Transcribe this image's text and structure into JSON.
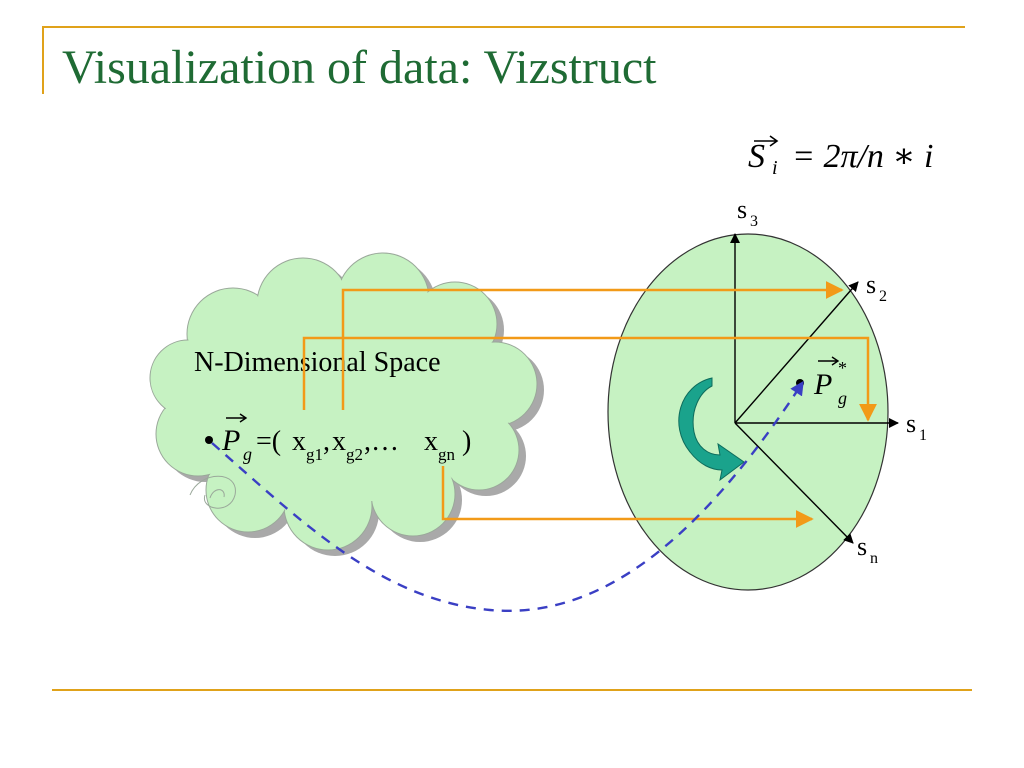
{
  "title": "Visualization of data: Vizstruct",
  "formula": {
    "lhs_symbol": "S",
    "lhs_subscript": "i",
    "rhs": "= 2π/n ∗ i"
  },
  "cloud": {
    "label": "N-Dimensional Space",
    "point_symbol": "P",
    "point_subscript": "g",
    "tuple_open": "=(",
    "x1": "x",
    "x1_sub": "g1",
    "sep1": ",",
    "x2": "x",
    "x2_sub": "g2",
    "sep2": ",…",
    "xn": "x",
    "xn_sub": "gn",
    "tuple_close": ")"
  },
  "circle": {
    "axes": [
      {
        "name": "s",
        "sub": "3"
      },
      {
        "name": "s",
        "sub": "2"
      },
      {
        "name": "s",
        "sub": "1"
      },
      {
        "name": "s",
        "sub": "n"
      }
    ],
    "projected_symbol": "P",
    "projected_subscript": "g",
    "projected_superscript": "*"
  },
  "colors": {
    "title": "#1f6b34",
    "rule": "#e0a21a",
    "cloud_fill": "#c6f2c2",
    "cloud_shadow": "#a9a9a9",
    "circle_fill": "#c6f2c2",
    "orange_arrow": "#f29a18",
    "blue_dashed": "#3a3fc4",
    "rotate_arrow": "#1aa38c"
  }
}
